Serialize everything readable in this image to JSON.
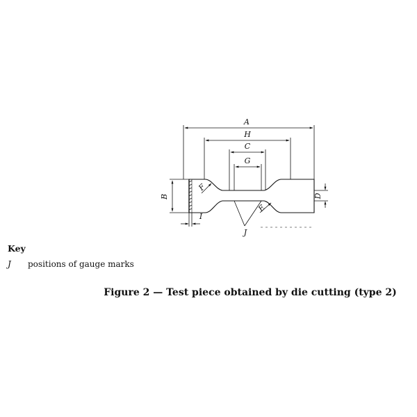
{
  "figure": {
    "caption": "Figure 2 — Test piece obtained by die cutting (type 2)",
    "labels": {
      "A": "A",
      "H": "H",
      "C": "C",
      "G": "G",
      "B": "B",
      "D": "D",
      "F": "F",
      "E": "E",
      "I": "I",
      "J": "J"
    }
  },
  "key": {
    "title": "Key",
    "items": [
      {
        "symbol": "J",
        "description": "positions of gauge marks"
      }
    ]
  }
}
